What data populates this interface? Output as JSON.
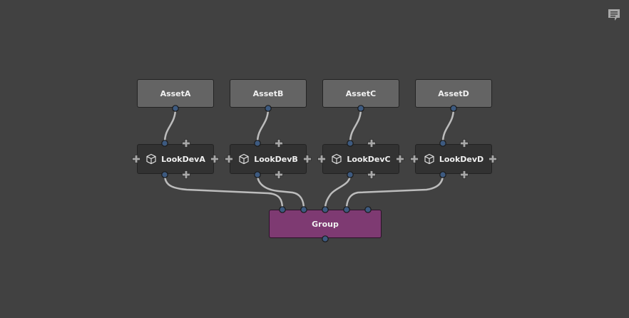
{
  "graph": {
    "assets": [
      {
        "label": "AssetA"
      },
      {
        "label": "AssetB"
      },
      {
        "label": "AssetC"
      },
      {
        "label": "AssetD"
      }
    ],
    "lookdevs": [
      {
        "label": "LookDevA"
      },
      {
        "label": "LookDevB"
      },
      {
        "label": "LookDevC"
      },
      {
        "label": "LookDevD"
      }
    ],
    "group": {
      "label": "Group"
    }
  },
  "icons": {
    "lookdev": "cube-icon",
    "notes": "chat-icon",
    "add_port": "plus-icon"
  },
  "colors": {
    "background": "#414141",
    "asset_node": "#646464",
    "lookdev_node": "#323232",
    "group_node": "#7e3a72",
    "port": "#3d5a80",
    "wire": "#bcbcbc"
  }
}
